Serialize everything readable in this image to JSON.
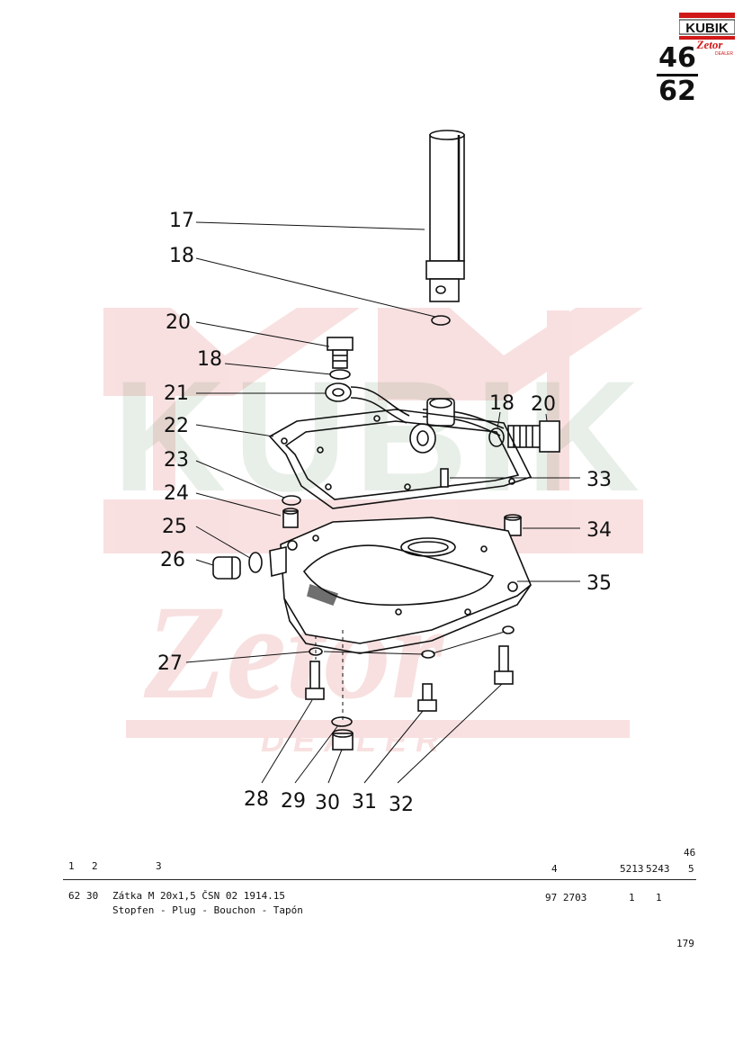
{
  "logo": {
    "brand": "KUBIK",
    "sub": "Zetor",
    "tag": "DEALER"
  },
  "page_ref": {
    "top": "46",
    "bottom": "62"
  },
  "watermark": {
    "text": "KUBIK",
    "sub": "DEALER"
  },
  "callouts": [
    "17",
    "18",
    "20",
    "18",
    "21",
    "22",
    "23",
    "24",
    "25",
    "26",
    "18",
    "20",
    "33",
    "34",
    "35",
    "27",
    "28",
    "29",
    "30",
    "31",
    "32"
  ],
  "table": {
    "header_extra": "46",
    "headers": [
      "1",
      "2",
      "3",
      "4",
      "5213",
      "5243",
      "5"
    ],
    "row": {
      "pos": "62",
      "qty": "30",
      "description": "Zátka M 20x1,5 ČSN 02 1914.15",
      "translation": "Stopfen - Plug - Bouchon - Tapón",
      "part_no": "97 2703",
      "q1": "1",
      "q2": "1"
    }
  },
  "page_number": "179"
}
